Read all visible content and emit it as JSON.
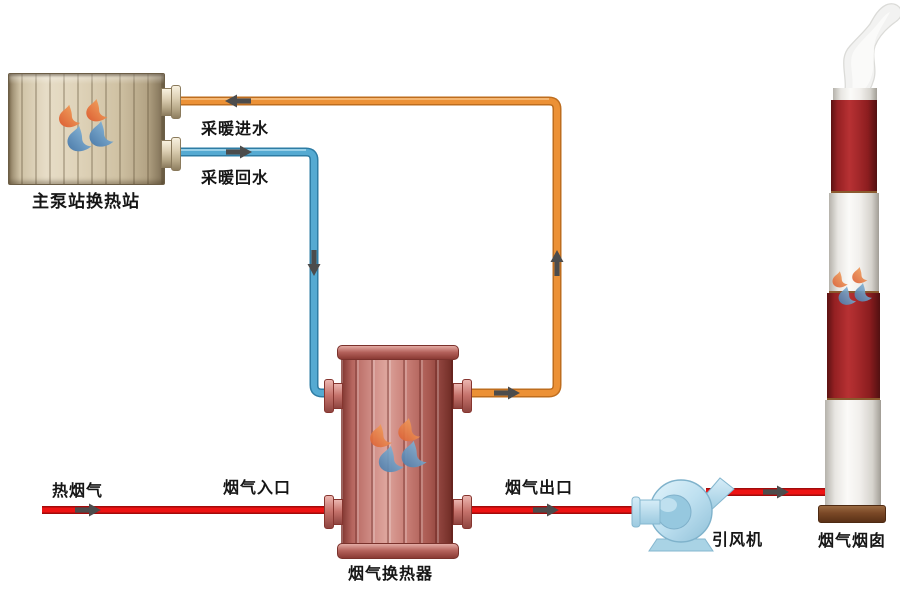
{
  "labels": {
    "pump_station": "主泵站换热站",
    "heating_supply": "采暖进水",
    "heating_return": "采暖回水",
    "hot_flue_gas": "热烟气",
    "flue_gas_inlet": "烟气入口",
    "flue_gas_outlet": "烟气出口",
    "flue_gas_heat_exchanger": "烟气换热器",
    "induced_draft_fan": "引风机",
    "flue_gas_chimney": "烟气烟囱"
  },
  "icons": {
    "company_logo": "flame-and-water-drops-logo",
    "flow_arrow": "flow-direction-arrow",
    "smoke": "smoke-plume"
  },
  "colors": {
    "heating_supply_pipe": "#EC9136",
    "heating_return_pipe": "#55AAD2",
    "flue_gas_pipe": "#EE1313",
    "flow_arrow": "#4C4C4C",
    "pump_station_body": "#DED2B8",
    "heat_exchanger_body": "#C97F77",
    "chimney_red_band": "#A82A2C",
    "chimney_white_band": "#F1EFEC",
    "chimney_base_brown": "#7A4826",
    "fan_body": "#BEE0F0",
    "logo_orange": "#E6813F",
    "logo_blue": "#6E9EC6",
    "label_text": "#161616"
  }
}
